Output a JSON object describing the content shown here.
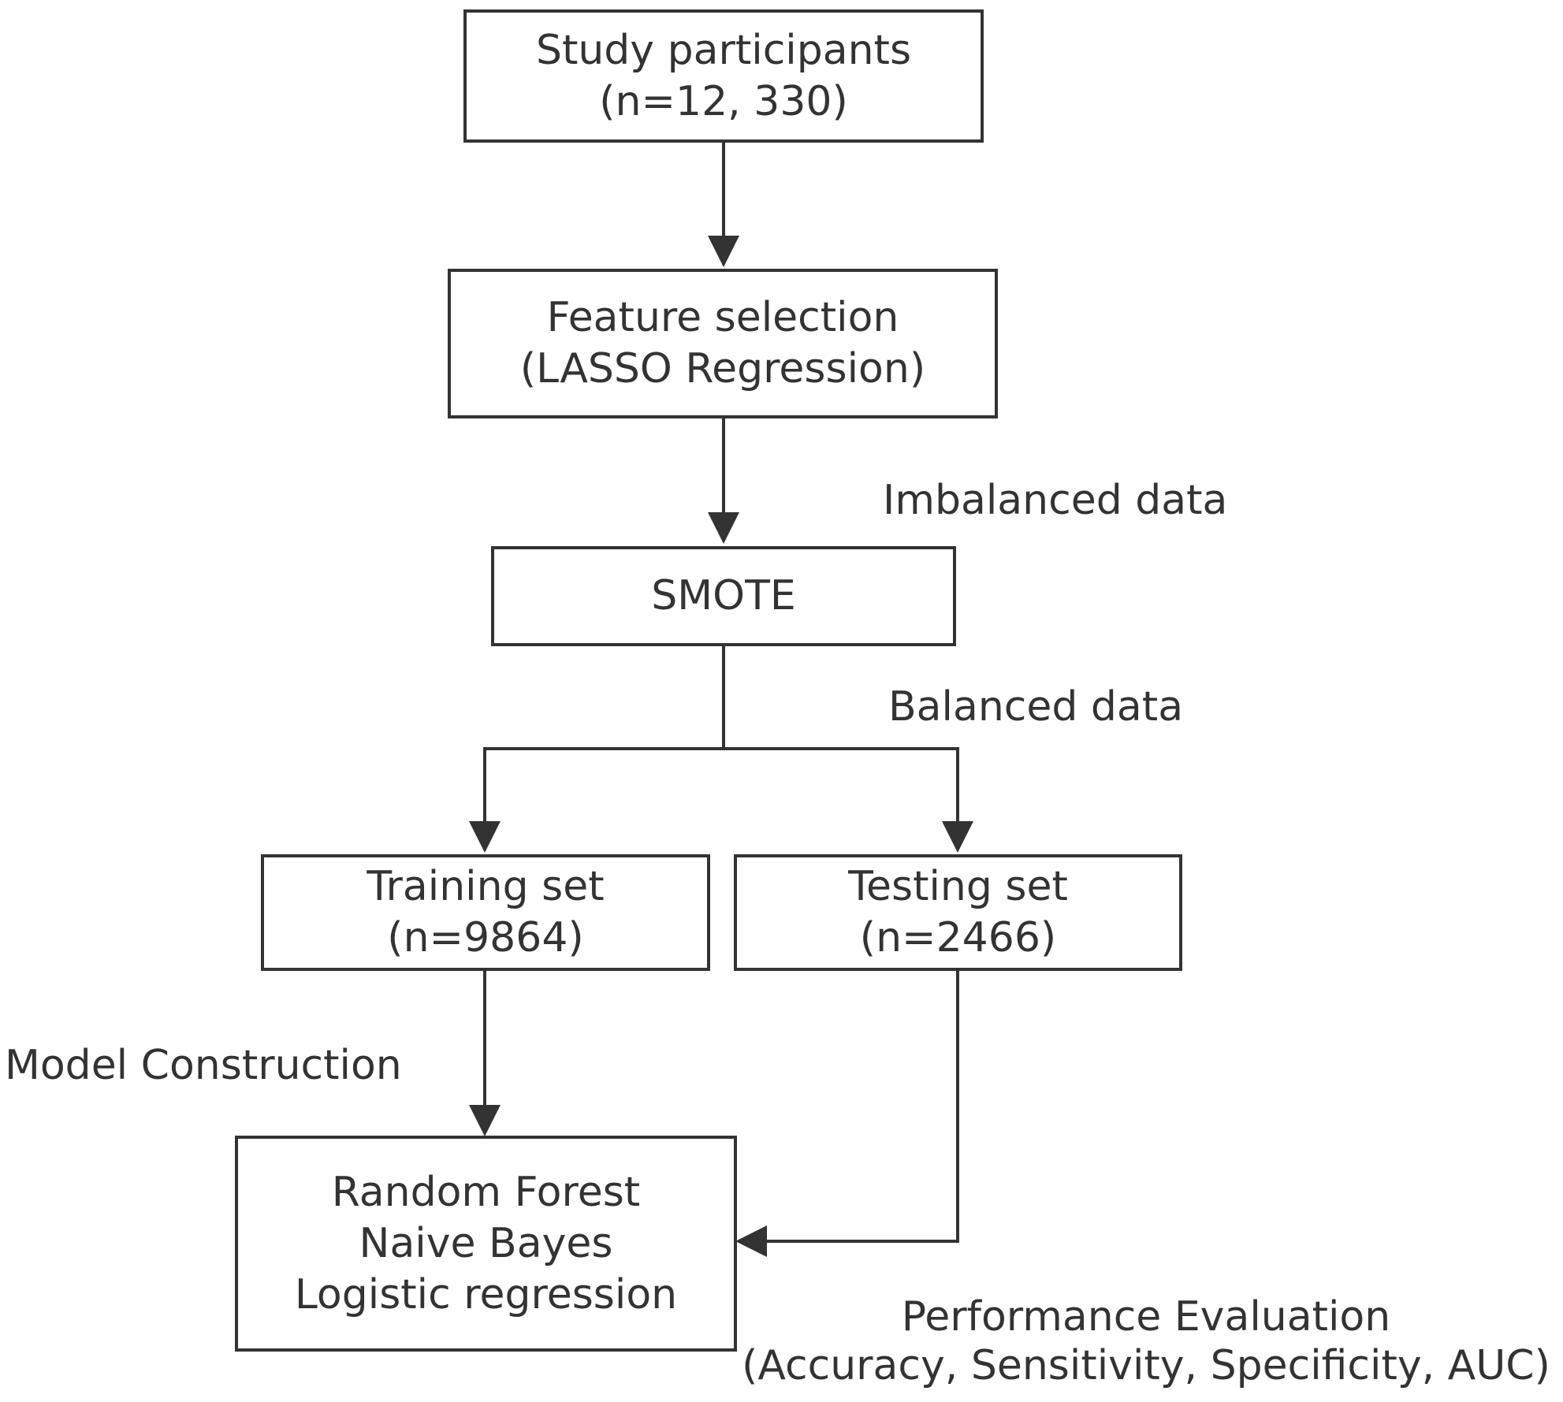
{
  "boxes": {
    "study_participants": {
      "line1": "Study participants",
      "line2": "(n=12, 330)"
    },
    "feature_selection": {
      "line1": "Feature selection",
      "line2": "(LASSO Regression)"
    },
    "smote": {
      "line1": "SMOTE"
    },
    "training_set": {
      "line1": "Training set",
      "line2": "(n=9864)"
    },
    "testing_set": {
      "line1": "Testing set",
      "line2": "(n=2466)"
    },
    "models": {
      "line1": "Random Forest",
      "line2": "Naive Bayes",
      "line3": "Logistic regression"
    }
  },
  "labels": {
    "imbalanced": "Imbalanced data",
    "balanced": "Balanced data",
    "model_construction": "Model Construction",
    "performance_title": "Performance Evaluation",
    "performance_metrics": "(Accuracy, Sensitivity, Specificity, AUC)"
  },
  "colors": {
    "line": "#333333",
    "background": "#ffffff"
  }
}
